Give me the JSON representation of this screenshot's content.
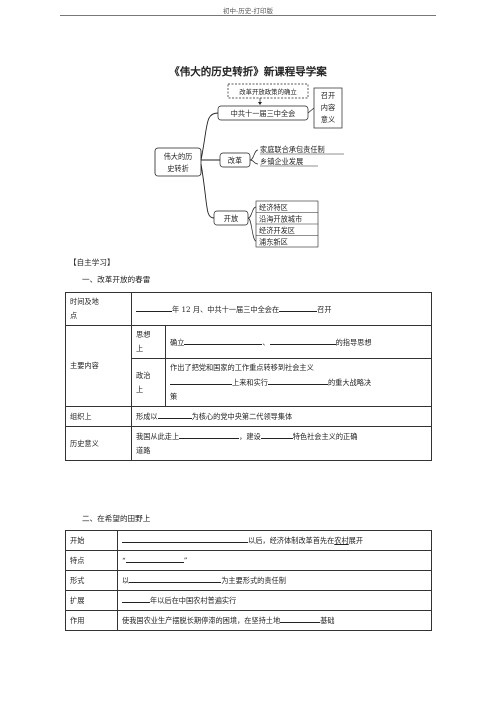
{
  "header": {
    "text": "初中-历史-打印版"
  },
  "title": "《伟大的历史转折》新课程导学案",
  "mindmap": {
    "center": [
      "伟大的历",
      "史转折"
    ],
    "top_dashed": "改革开放政策的确立",
    "branch1": {
      "label": "中共十一届三中全会",
      "sub": [
        "召开",
        "内容",
        "意义"
      ]
    },
    "branch2": {
      "label": "改革",
      "items": [
        "家庭联合承包责任制",
        "乡镇企业发展"
      ]
    },
    "branch3": {
      "label": "开放",
      "items": [
        "经济特区",
        "沿海开放城市",
        "经济开发区",
        "浦东新区"
      ]
    }
  },
  "self_study": "【自主学习】",
  "section1": {
    "heading": "一、改革开放的春雷",
    "row1": {
      "label": [
        "时间及地",
        "点"
      ],
      "p1": "年 12 月、中共十一届三中全会在",
      "p2": "召开"
    },
    "main": {
      "label": "主要内容",
      "ideology": {
        "label": [
          "思想",
          "上"
        ],
        "p1": "确立",
        "p2": "、",
        "p3": "的指导思想"
      },
      "politics": {
        "label": [
          "政治",
          "上"
        ],
        "l1": "作出了把党和国家的工作重点转移到社会主义",
        "l2a": "上来和实行",
        "l2b": "的重大战略决",
        "l3": "策"
      }
    },
    "org": {
      "label": "组织上",
      "p1": "形成以",
      "p2": "为核心的党中央第二代领导集体"
    },
    "significance": {
      "label": "历史意义",
      "l1a": "我国从此走上",
      "l1b": "，建设",
      "l1c": "特色社会主义的正确",
      "l2": "道路"
    }
  },
  "section2": {
    "heading": "二、在希望的田野上",
    "rows": [
      {
        "label": "开始",
        "pre": "",
        "post": "以后，经济体制改革首先在",
        "ul": "农村",
        "post2": "展开"
      },
      {
        "label": "特点",
        "pre": "“",
        "post": "”",
        "ul": "",
        "post2": ""
      },
      {
        "label": "形式",
        "pre": "以",
        "post": "为主要形式的责任制",
        "ul": "",
        "post2": ""
      },
      {
        "label": "扩展",
        "pre": "",
        "post": "年以后在中国农村普遍实行",
        "ul": "",
        "post2": ""
      },
      {
        "label": "作用",
        "pre": "使我国农业生产摆脱长期停滞的困境，在坚持土地",
        "post": "基础",
        "ul": "",
        "post2": ""
      }
    ]
  }
}
